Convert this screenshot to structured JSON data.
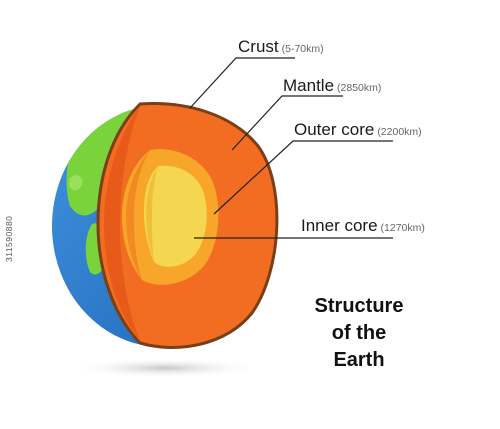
{
  "diagram": {
    "title_lines": [
      "Structure",
      "of the",
      "Earth"
    ],
    "layers": [
      {
        "name": "Crust",
        "thickness": "(5-70km)"
      },
      {
        "name": "Mantle",
        "thickness": "(2850km)"
      },
      {
        "name": "Outer core",
        "thickness": "(2200km)"
      },
      {
        "name": "Inner core",
        "thickness": "(1270km)"
      }
    ],
    "stock_id": "311590880"
  },
  "colors": {
    "ocean": "#2e7fd0",
    "land": "#7ad33b",
    "crust": "#7a3f16",
    "mantle": "#f26d22",
    "outer_core": "#f8a629",
    "inner_core": "#f5d651"
  }
}
